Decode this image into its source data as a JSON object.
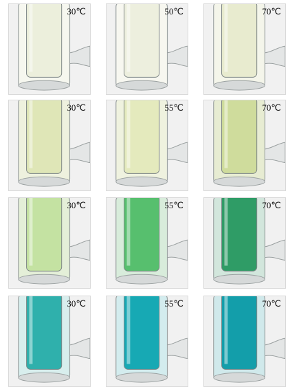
{
  "panels": [
    {
      "label": "30℃",
      "liquid": "#ecefdc",
      "tint": "#f6f7ef"
    },
    {
      "label": "50℃",
      "liquid": "#edefde",
      "tint": "#f7f7f0"
    },
    {
      "label": "70℃",
      "liquid": "#e8ebcf",
      "tint": "#f4f5ea"
    },
    {
      "label": "30℃",
      "liquid": "#dfe6b7",
      "tint": "#eef1de"
    },
    {
      "label": "55℃",
      "liquid": "#e4eabd",
      "tint": "#eff2df"
    },
    {
      "label": "70℃",
      "liquid": "#cfdc9c",
      "tint": "#e7ecd2"
    },
    {
      "label": "30℃",
      "liquid": "#c4e2a2",
      "tint": "#e4efd8"
    },
    {
      "label": "55℃",
      "liquid": "#57bf6e",
      "tint": "#d8ecdb"
    },
    {
      "label": "70℃",
      "liquid": "#2f9c66",
      "tint": "#d2e6dc"
    },
    {
      "label": "30℃",
      "liquid": "#2fb0ac",
      "tint": "#d8eeed"
    },
    {
      "label": "55℃",
      "liquid": "#17a9b4",
      "tint": "#d3ecee"
    },
    {
      "label": "70℃",
      "liquid": "#139eaa",
      "tint": "#d0e9eb"
    }
  ]
}
